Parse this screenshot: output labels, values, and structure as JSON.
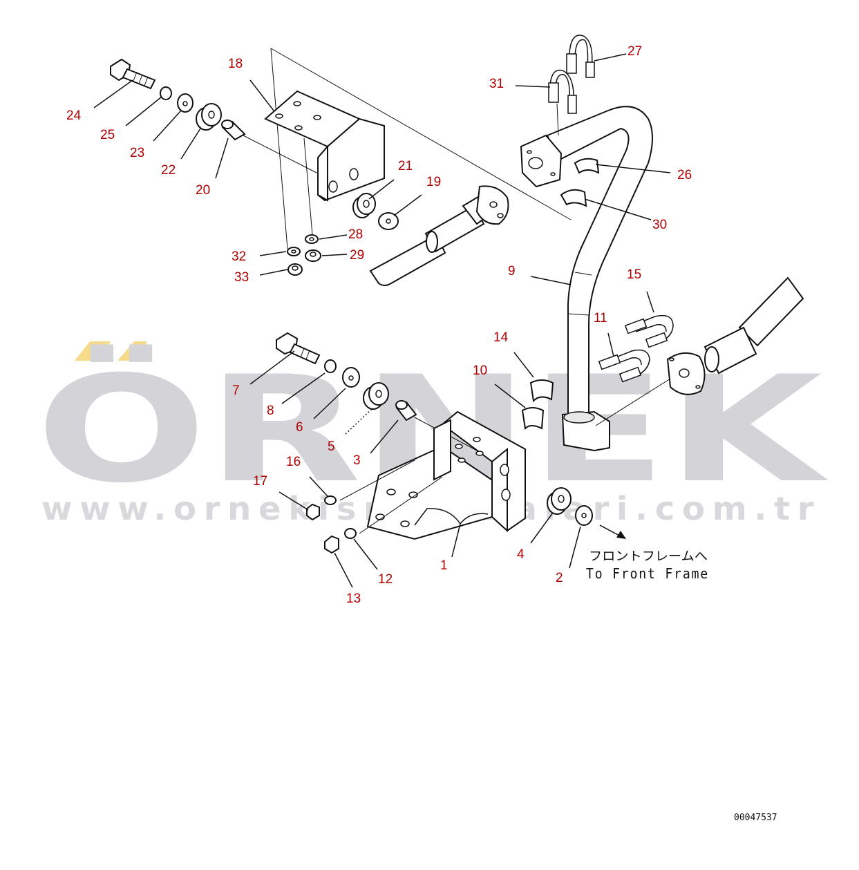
{
  "watermark": {
    "brand": "ÖRNEK",
    "url": "www.ornekismakinalari.com.tr",
    "accent_color": "#f6dc8a",
    "text_color": "#d4d4d8"
  },
  "drawing_code": "00047537",
  "note": {
    "japanese": "フロントフレームへ",
    "english": "To Front Frame"
  },
  "callout_color": "#b00000",
  "callouts": [
    "1",
    "2",
    "3",
    "4",
    "5",
    "6",
    "7",
    "8",
    "9",
    "10",
    "11",
    "12",
    "13",
    "14",
    "15",
    "16",
    "17",
    "18",
    "19",
    "20",
    "21",
    "22",
    "23",
    "24",
    "25",
    "26",
    "27",
    "28",
    "29",
    "30",
    "31",
    "32",
    "33"
  ]
}
